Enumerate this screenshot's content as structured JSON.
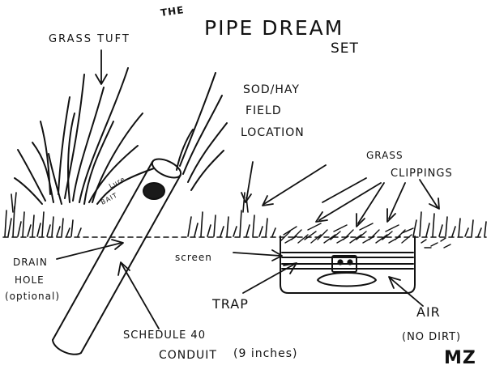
{
  "title": {
    "prefix": "THE",
    "main": "PIPE DREAM",
    "suffix": "SET"
  },
  "labels": {
    "grass_tuft": "GRASS TUFT",
    "sod_line1": "SOD/HAY",
    "sod_line2": "FIELD",
    "sod_line3": "LOCATION",
    "clippings_line1": "GRASS",
    "clippings_line2": "CLIPPINGS",
    "lure_line1": "Lure",
    "lure_line2": "BAIT",
    "drain_line1": "DRAIN",
    "drain_line2": "HOLE",
    "drain_line3": "(optional)",
    "screen": "screen",
    "trap": "TRAP",
    "air_line1": "AIR",
    "air_line2": "(NO DIRT)",
    "conduit_line1": "SCHEDULE 40",
    "conduit_line2": "CONDUIT",
    "conduit_size": "(9 inches)"
  },
  "signature": "MZ",
  "colors": {
    "ink": "#111111",
    "background": "#ffffff",
    "bait": "#1a1a1a"
  }
}
